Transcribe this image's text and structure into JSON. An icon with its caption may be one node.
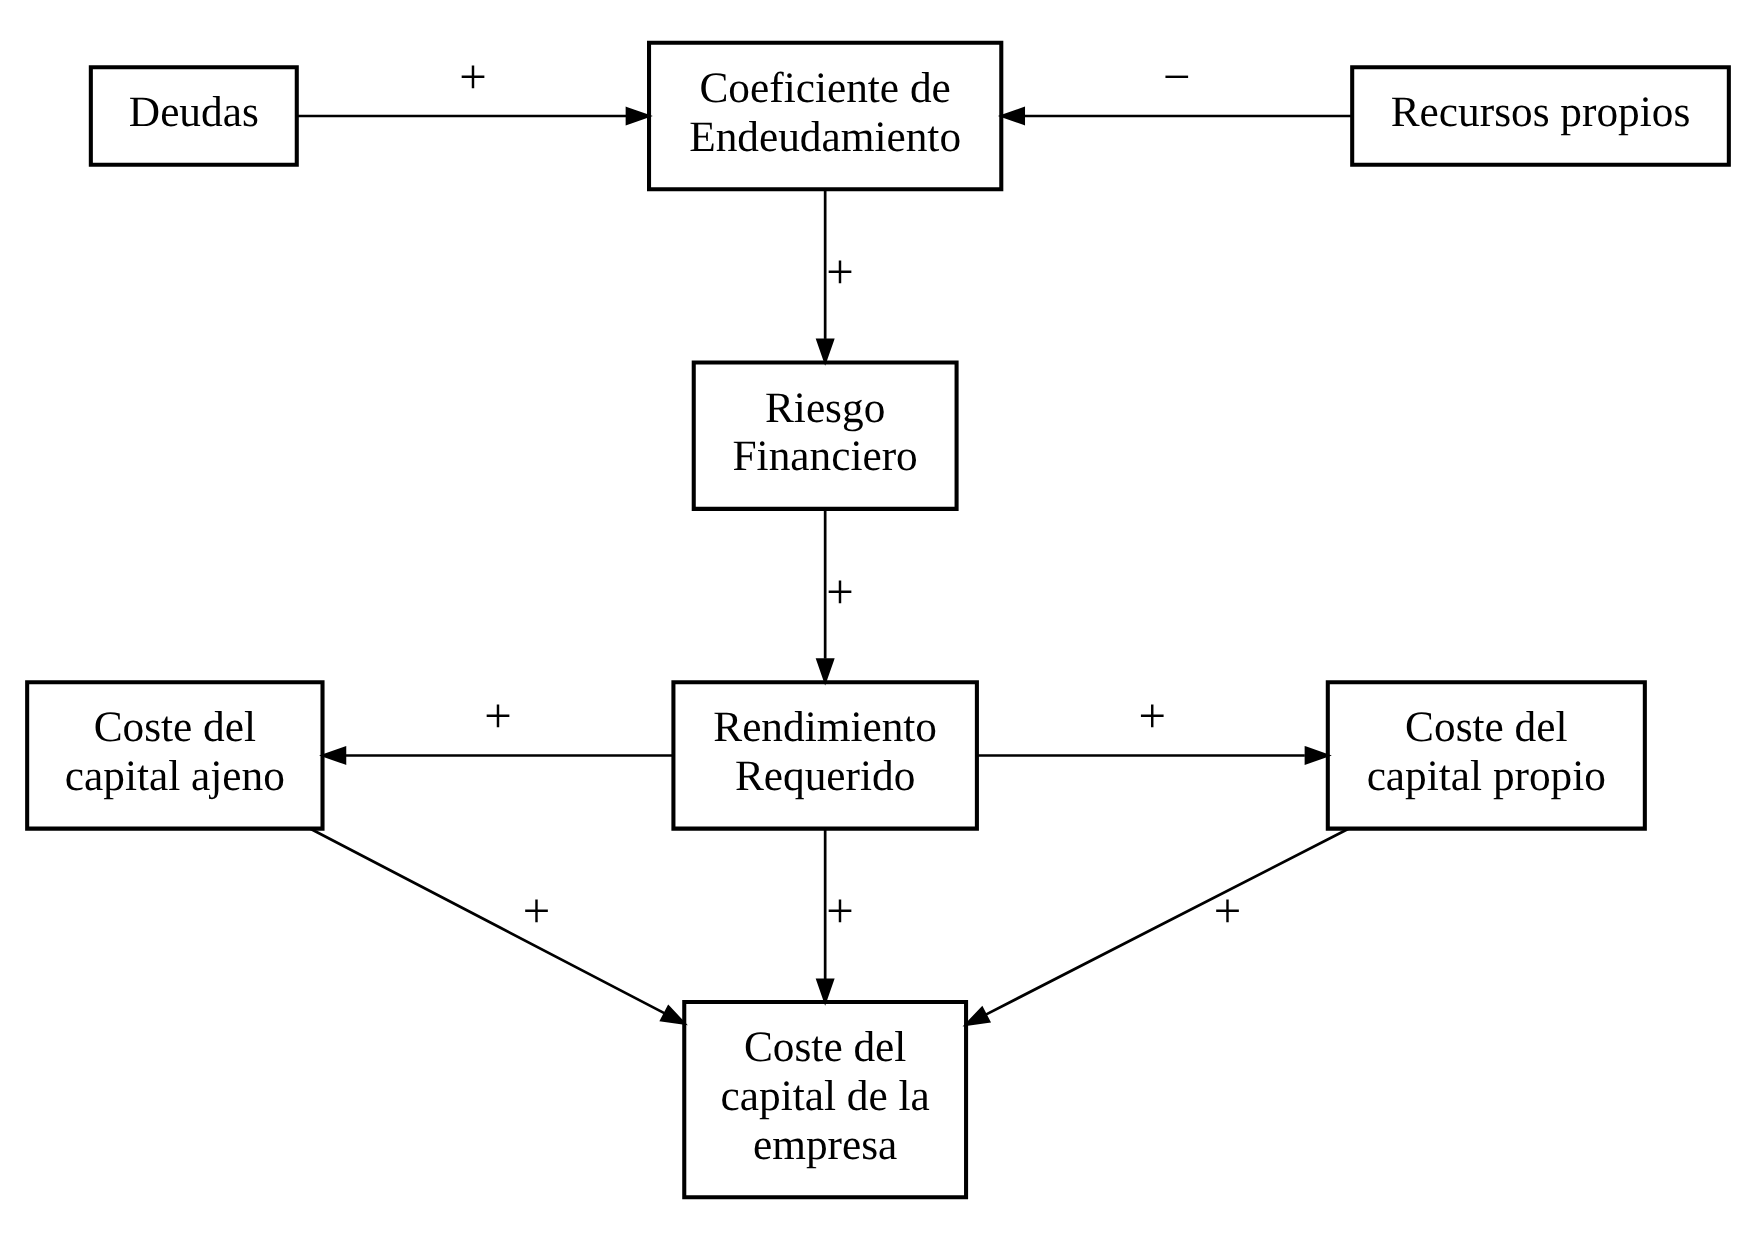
{
  "diagram": {
    "nodes": [
      {
        "text": [
          "Deudas"
        ]
      },
      {
        "text": [
          "Coeficiente de Endeudamiento"
        ]
      },
      {
        "text": [
          "Recursos propios"
        ]
      },
      {
        "text": [
          "Riesgo Financiero"
        ]
      },
      {
        "text": [
          "Coste del capital ajeno"
        ]
      },
      {
        "text": [
          "Rendimiento Requerido"
        ]
      },
      {
        "text": [
          "Coste del capital propio"
        ]
      },
      {
        "text": [
          "Coste del capital de la empresa"
        ]
      }
    ],
    "edges": [
      {
        "from": 0,
        "to": 1,
        "arrow": "to",
        "label": "+"
      },
      {
        "from": 2,
        "to": 1,
        "arrow": "to",
        "label": "−"
      },
      {
        "from": 1,
        "to": 3,
        "arrow": "to",
        "label": "+"
      },
      {
        "from": 3,
        "to": 5,
        "arrow": "to",
        "label": "+"
      },
      {
        "from": 5,
        "to": 4,
        "arrow": "to",
        "label": "+"
      },
      {
        "from": 5,
        "to": 6,
        "arrow": "to",
        "label": "+"
      },
      {
        "from": 5,
        "to": 7,
        "arrow": "to",
        "label": "+"
      },
      {
        "from": 4,
        "to": 7,
        "arrow": "to",
        "label": "+"
      },
      {
        "from": 6,
        "to": 7,
        "arrow": "to",
        "label": "+"
      }
    ]
  }
}
